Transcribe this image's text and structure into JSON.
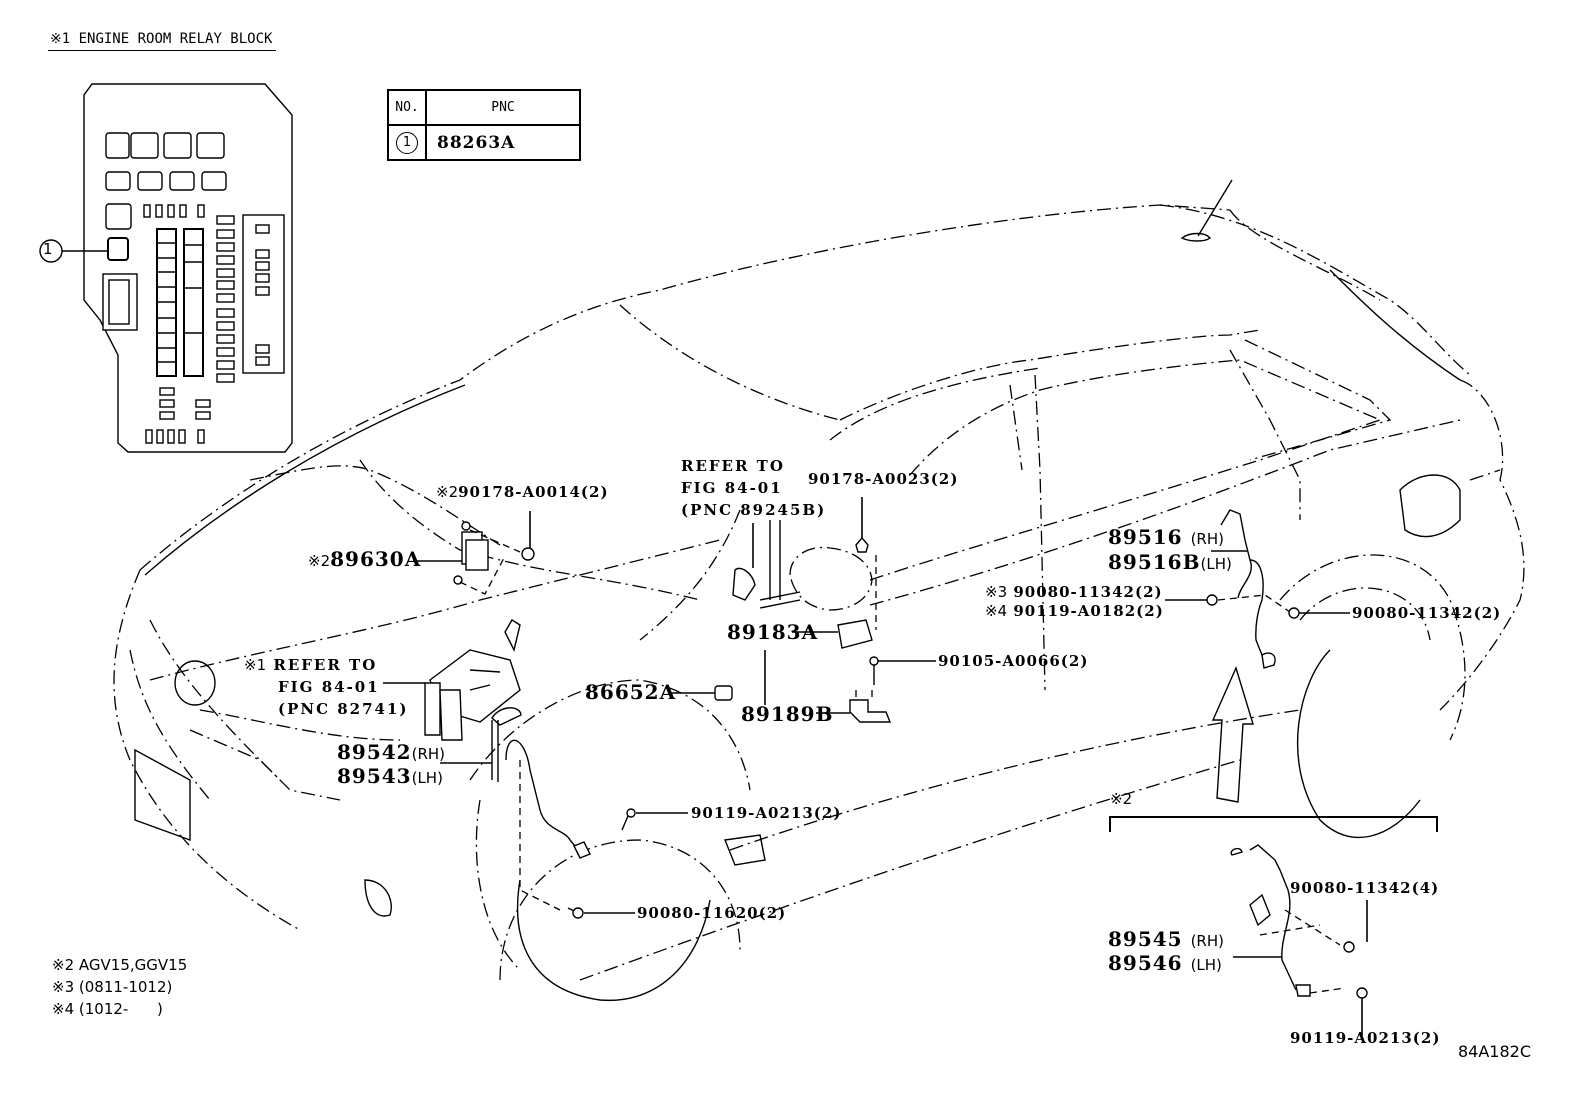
{
  "title": "※1 ENGINE ROOM RELAY BLOCK",
  "relay_block": {
    "callout_number": "1"
  },
  "pnc_table": {
    "headers": {
      "no": "NO.",
      "pnc": "PNC"
    },
    "rows": [
      {
        "no": "1",
        "pnc": "88263A"
      }
    ]
  },
  "callouts": {
    "c89630a": {
      "mark": "※2",
      "part": "89630A"
    },
    "c90178_a0014": {
      "mark": "※2",
      "part": "90178-A0014",
      "qty": "(2)"
    },
    "ref_82741": {
      "mark": "※1",
      "line1": "REFER TO",
      "line2": "FIG 84-01",
      "line3": "(PNC 82741)"
    },
    "ref_89245b": {
      "line1": "REFER TO",
      "line2": "FIG 84-01",
      "line3": "(PNC 89245B)"
    },
    "c90178_a0023": {
      "part": "90178-A0023",
      "qty": "(2)"
    },
    "c89183a": {
      "part": "89183A"
    },
    "c90105_a0066": {
      "part": "90105-A0066",
      "qty": "(2)"
    },
    "c86652a": {
      "part": "86652A"
    },
    "c89189b": {
      "part": "89189B"
    },
    "c89542": {
      "part": "89542",
      "side": "(RH)"
    },
    "c89543": {
      "part": "89543",
      "side": "(LH)"
    },
    "c90119_a0213_front": {
      "part": "90119-A0213",
      "qty": "(2)"
    },
    "c90080_11620": {
      "part": "90080-11620",
      "qty": "(2)"
    },
    "c89516": {
      "part": "89516",
      "side": "(RH)"
    },
    "c89516b": {
      "part": "89516B",
      "side": "(LH)"
    },
    "c90080_11342_s3": {
      "mark": "※3",
      "part": "90080-11342",
      "qty": "(2)"
    },
    "c90119_a0182_s4": {
      "mark": "※4",
      "part": "90119-A0182",
      "qty": "(2)"
    },
    "c90080_11342_rear": {
      "part": "90080-11342",
      "qty": "(2)"
    }
  },
  "inset": {
    "mark": "※2",
    "c89545": {
      "part": "89545",
      "side": "(RH)"
    },
    "c89546": {
      "part": "89546",
      "side": "(LH)"
    },
    "c90080_11342": {
      "part": "90080-11342",
      "qty": "(4)"
    },
    "c90119_a0213": {
      "part": "90119-A0213",
      "qty": "(2)"
    }
  },
  "notes": [
    {
      "mark": "※2",
      "text": "AGV15,GGV15"
    },
    {
      "mark": "※3",
      "text": "(0811-1012)"
    },
    {
      "mark": "※4",
      "text": "(1012-      )"
    }
  ],
  "illustration_code": "84A182C"
}
